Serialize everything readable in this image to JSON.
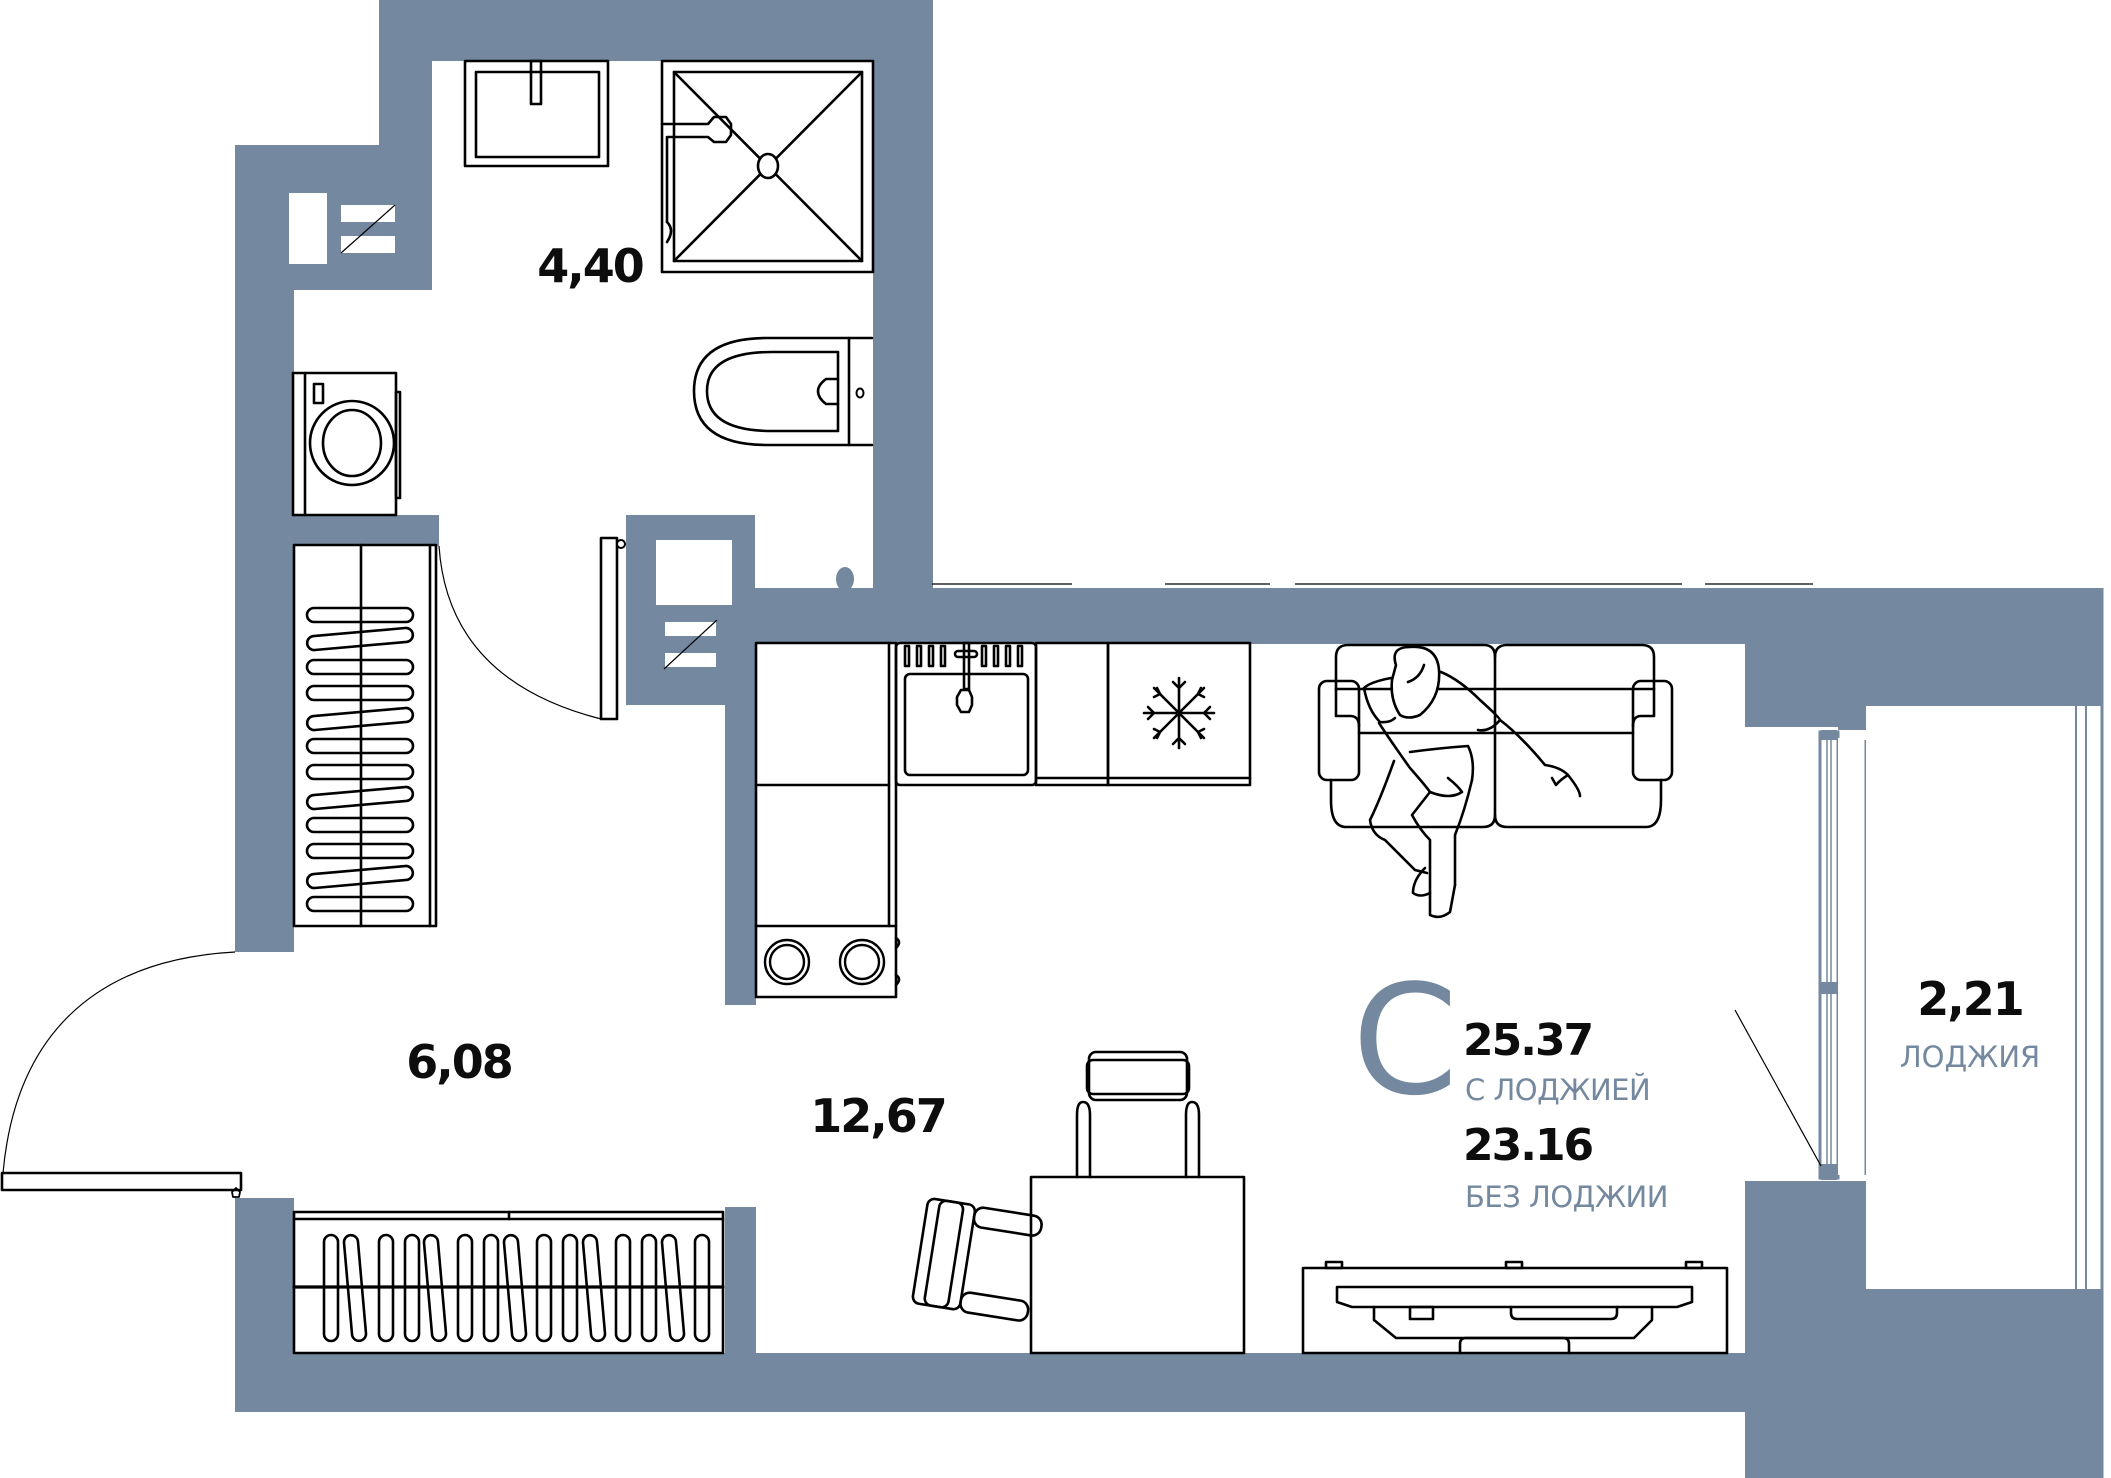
{
  "plan": {
    "title": "Studio apartment floor plan",
    "apartment_type_letter": "С",
    "colors": {
      "wall": "#74889f",
      "line": "#000000",
      "label_accent": "#74889f",
      "background": "#ffffff"
    },
    "rooms": [
      {
        "id": "bathroom",
        "area": "4,40"
      },
      {
        "id": "hallway",
        "area": "6,08"
      },
      {
        "id": "living_kitchen",
        "area": "12,67"
      },
      {
        "id": "loggia",
        "area": "2,21",
        "label": "ЛОДЖИЯ"
      }
    ],
    "totals": {
      "with_loggia": {
        "value": "25.37",
        "label": "С ЛОДЖИЕЙ"
      },
      "without_loggia": {
        "value": "23.16",
        "label": "БЕЗ ЛОДЖИИ"
      }
    },
    "fixtures": [
      "washbasin",
      "shower-tray",
      "toilet",
      "washing-machine",
      "wardrobe-upper",
      "wardrobe-lower",
      "entry-door",
      "bathroom-door",
      "kitchen-sink",
      "refrigerator",
      "cooktop",
      "sofa",
      "person",
      "dining-table",
      "chair",
      "armchair",
      "tv-stand",
      "balcony-door"
    ]
  }
}
